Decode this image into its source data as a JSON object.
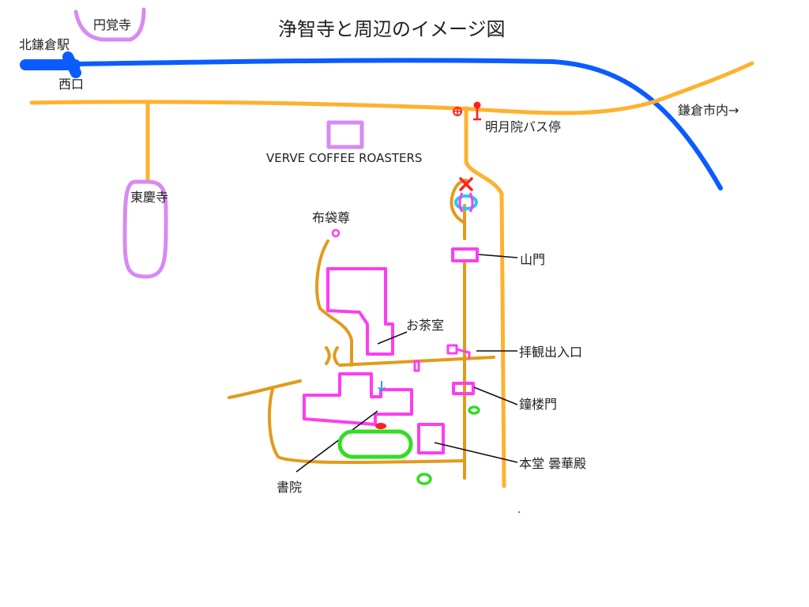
{
  "title": "浄智寺と周辺のイメージ図",
  "labels": {
    "station": "北鎌倉駅",
    "west_exit": "西口",
    "engakuji": "円覚寺",
    "tokeiji": "東慶寺",
    "verve": "VERVE COFFEE ROASTERS",
    "bus_stop": "明月院バス停",
    "to_kamakura": "鎌倉市内→",
    "hoteison": "布袋尊",
    "sanmon": "山門",
    "tea_room": "お茶室",
    "entrance": "拝観出入口",
    "shoromon": "鐘楼門",
    "shoin": "書院",
    "hondo": "本堂 曇華殿"
  },
  "colors": {
    "railway": "#0a5cff",
    "road": "#ffb12e",
    "path": "#e39a1c",
    "building": "#ff3cf0",
    "other_temple": "#d68af2",
    "green": "#33dd22",
    "marker": "#ff2020",
    "pond": "#22ccee"
  }
}
